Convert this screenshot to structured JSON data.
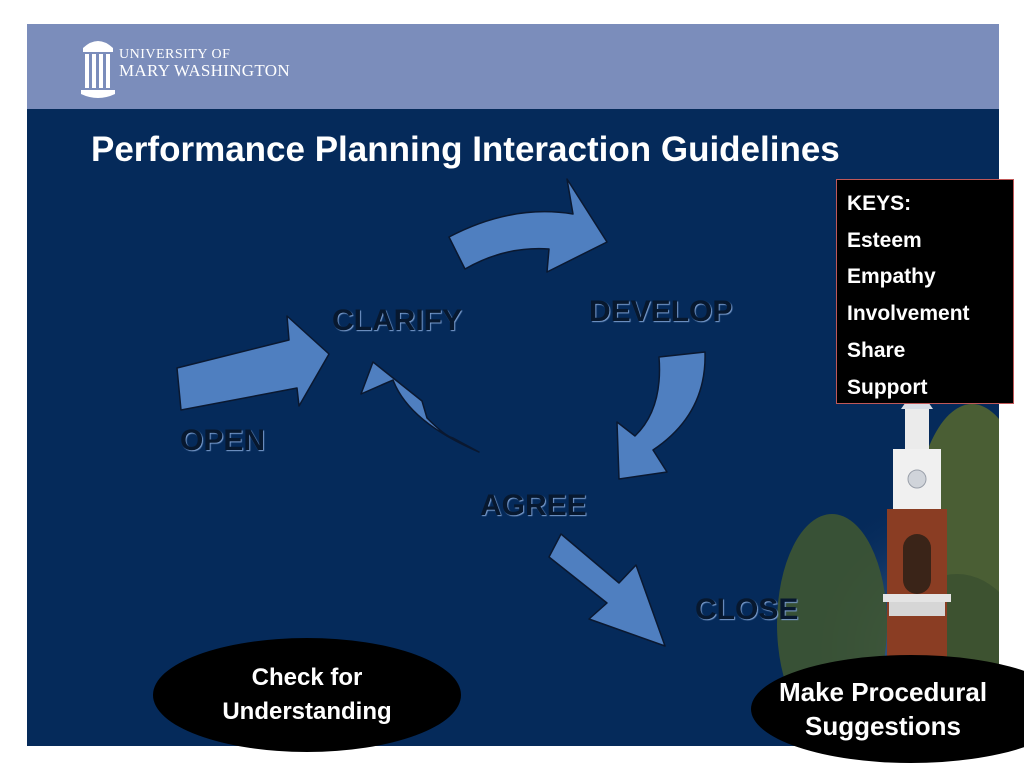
{
  "brand": {
    "line1": "UNIVERSITY OF",
    "line2": "MARY WASHINGTON"
  },
  "title": "Performance Planning Interaction Guidelines",
  "steps": {
    "clarify": "CLARIFY",
    "develop": "DEVELOP",
    "open": "OPEN",
    "agree": "AGREE",
    "close": "CLOSE"
  },
  "keys": {
    "heading": "KEYS:",
    "items": [
      "Esteem",
      "Empathy",
      "Involvement",
      "Share",
      "Support"
    ]
  },
  "ovals": {
    "left": {
      "line1": "Check for",
      "line2": "Understanding"
    },
    "right": {
      "line1": "Make Procedural",
      "line2": "Suggestions"
    }
  },
  "colors": {
    "slide_bg": "#052a5a",
    "header_band": "#7b8dbb",
    "arrow_fill": "#4f7fc0",
    "keys_border": "#c05858"
  }
}
